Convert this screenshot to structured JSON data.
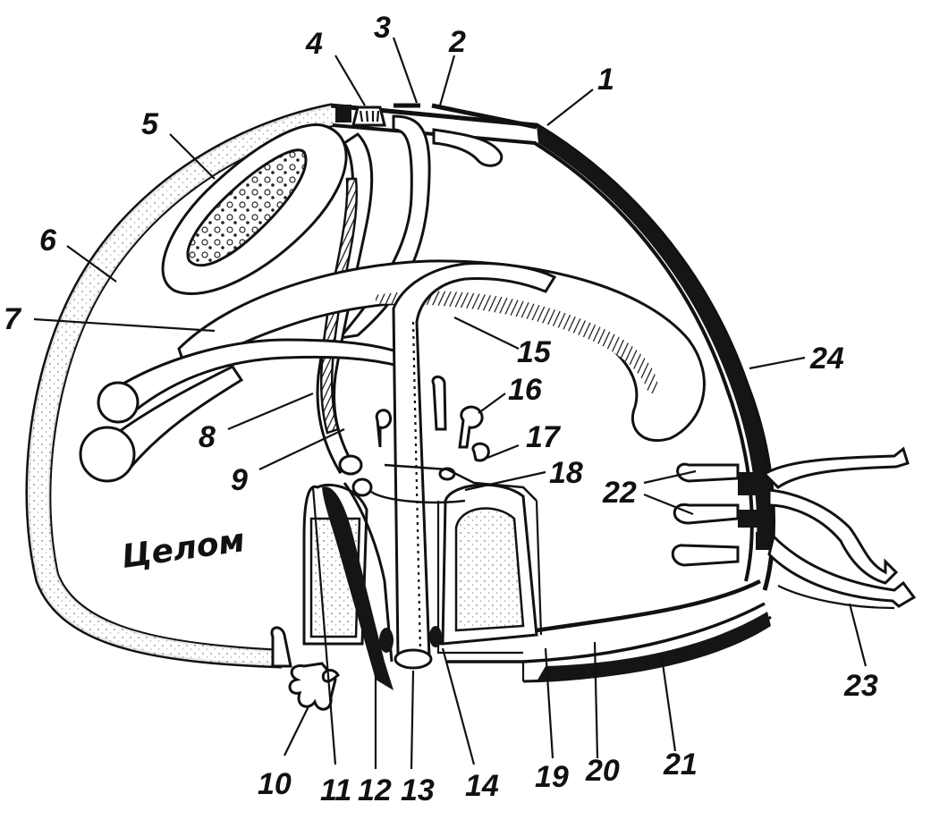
{
  "coelom_label": "Целом",
  "labels": [
    "1",
    "2",
    "3",
    "4",
    "5",
    "6",
    "7",
    "8",
    "9",
    "10",
    "11",
    "12",
    "13",
    "14",
    "15",
    "16",
    "17",
    "18",
    "19",
    "20",
    "21",
    "22",
    "23",
    "24"
  ],
  "colors": {
    "ink": "#111111",
    "paper": "#ffffff",
    "stipple": "#dddddd"
  }
}
